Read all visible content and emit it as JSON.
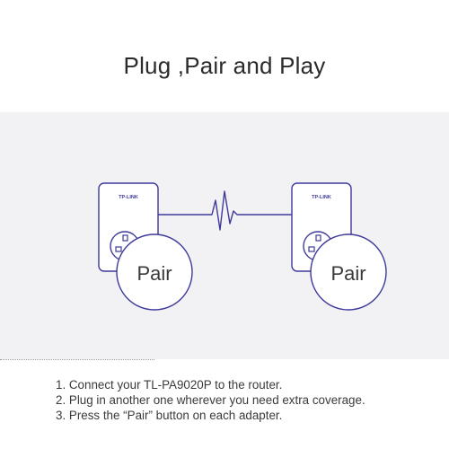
{
  "title": "Plug ,Pair and Play",
  "adapters": [
    {
      "brand": "TP-LINK",
      "button_label": "Pair"
    },
    {
      "brand": "TP-LINK",
      "button_label": "Pair"
    }
  ],
  "steps": [
    "1. Connect your TL-PA9020P to the router.",
    "2. Plug in another one wherever you need extra coverage.",
    "3. Press the “Pair” button on each adapter."
  ],
  "colors": {
    "line": "#3d3a9a",
    "panel": "#f2f2f4",
    "text": "#3a3a3a"
  }
}
